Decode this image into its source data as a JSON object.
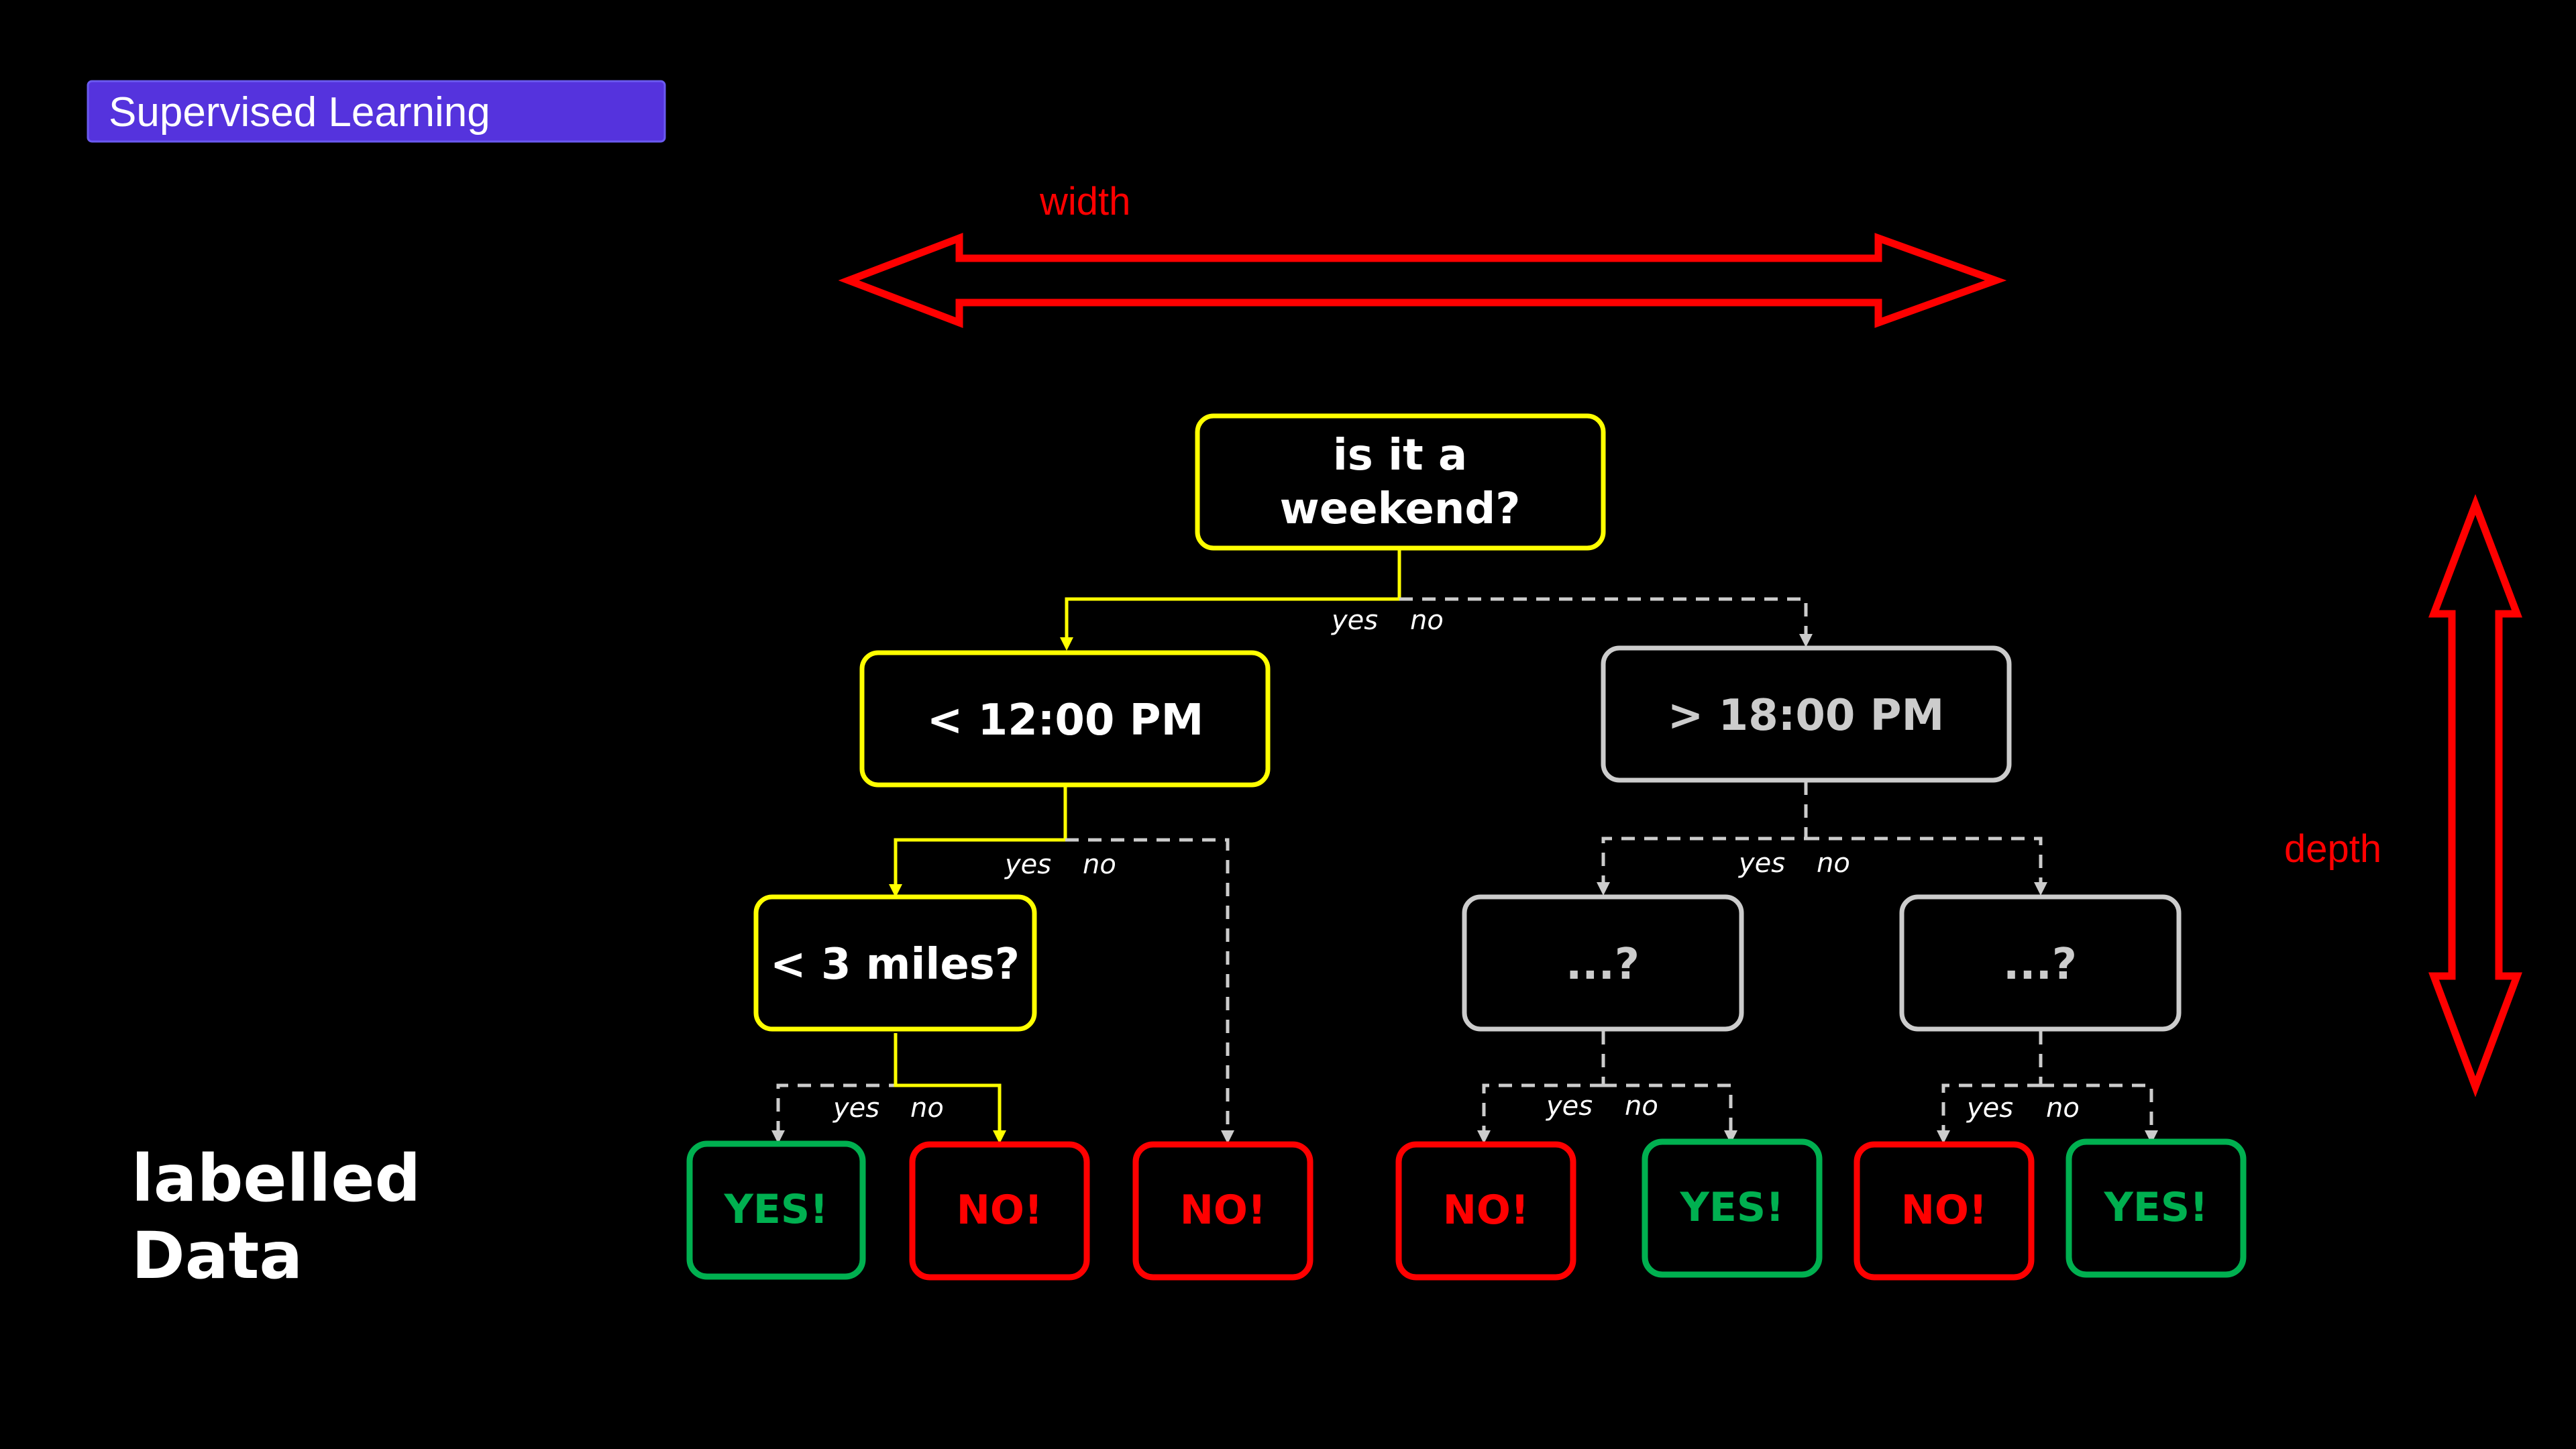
{
  "header_badge": {
    "label": "Supervised Learning"
  },
  "annotations": {
    "width": "width",
    "depth": "depth"
  },
  "side_label": {
    "line1": "labelled",
    "line2": "Data"
  },
  "colors": {
    "background": "#000000",
    "active": "#ffff00",
    "inactive": "#cccccc",
    "yes": "#00b050",
    "no": "#ff0000",
    "badge": "#5533dd",
    "arrow": "#ff0000"
  },
  "tree": {
    "root": {
      "line1": "is it a",
      "line2": "weekend?"
    },
    "root_branch": {
      "yes": "yes",
      "no": "no"
    },
    "left": {
      "label": "< 12:00 PM"
    },
    "left_branch": {
      "yes": "yes",
      "no": "no"
    },
    "right": {
      "label": "> 18:00 PM"
    },
    "right_branch": {
      "yes": "yes",
      "no": "no"
    },
    "left_left": {
      "label": "< 3 miles?"
    },
    "left_left_branch": {
      "yes": "yes",
      "no": "no"
    },
    "right_left": {
      "label": "...?"
    },
    "right_left_branch": {
      "yes": "yes",
      "no": "no"
    },
    "right_right": {
      "label": "...?"
    },
    "right_right_branch": {
      "yes": "yes",
      "no": "no"
    },
    "leaves": [
      "YES!",
      "NO!",
      "NO!",
      "NO!",
      "YES!",
      "NO!",
      "YES!"
    ]
  }
}
